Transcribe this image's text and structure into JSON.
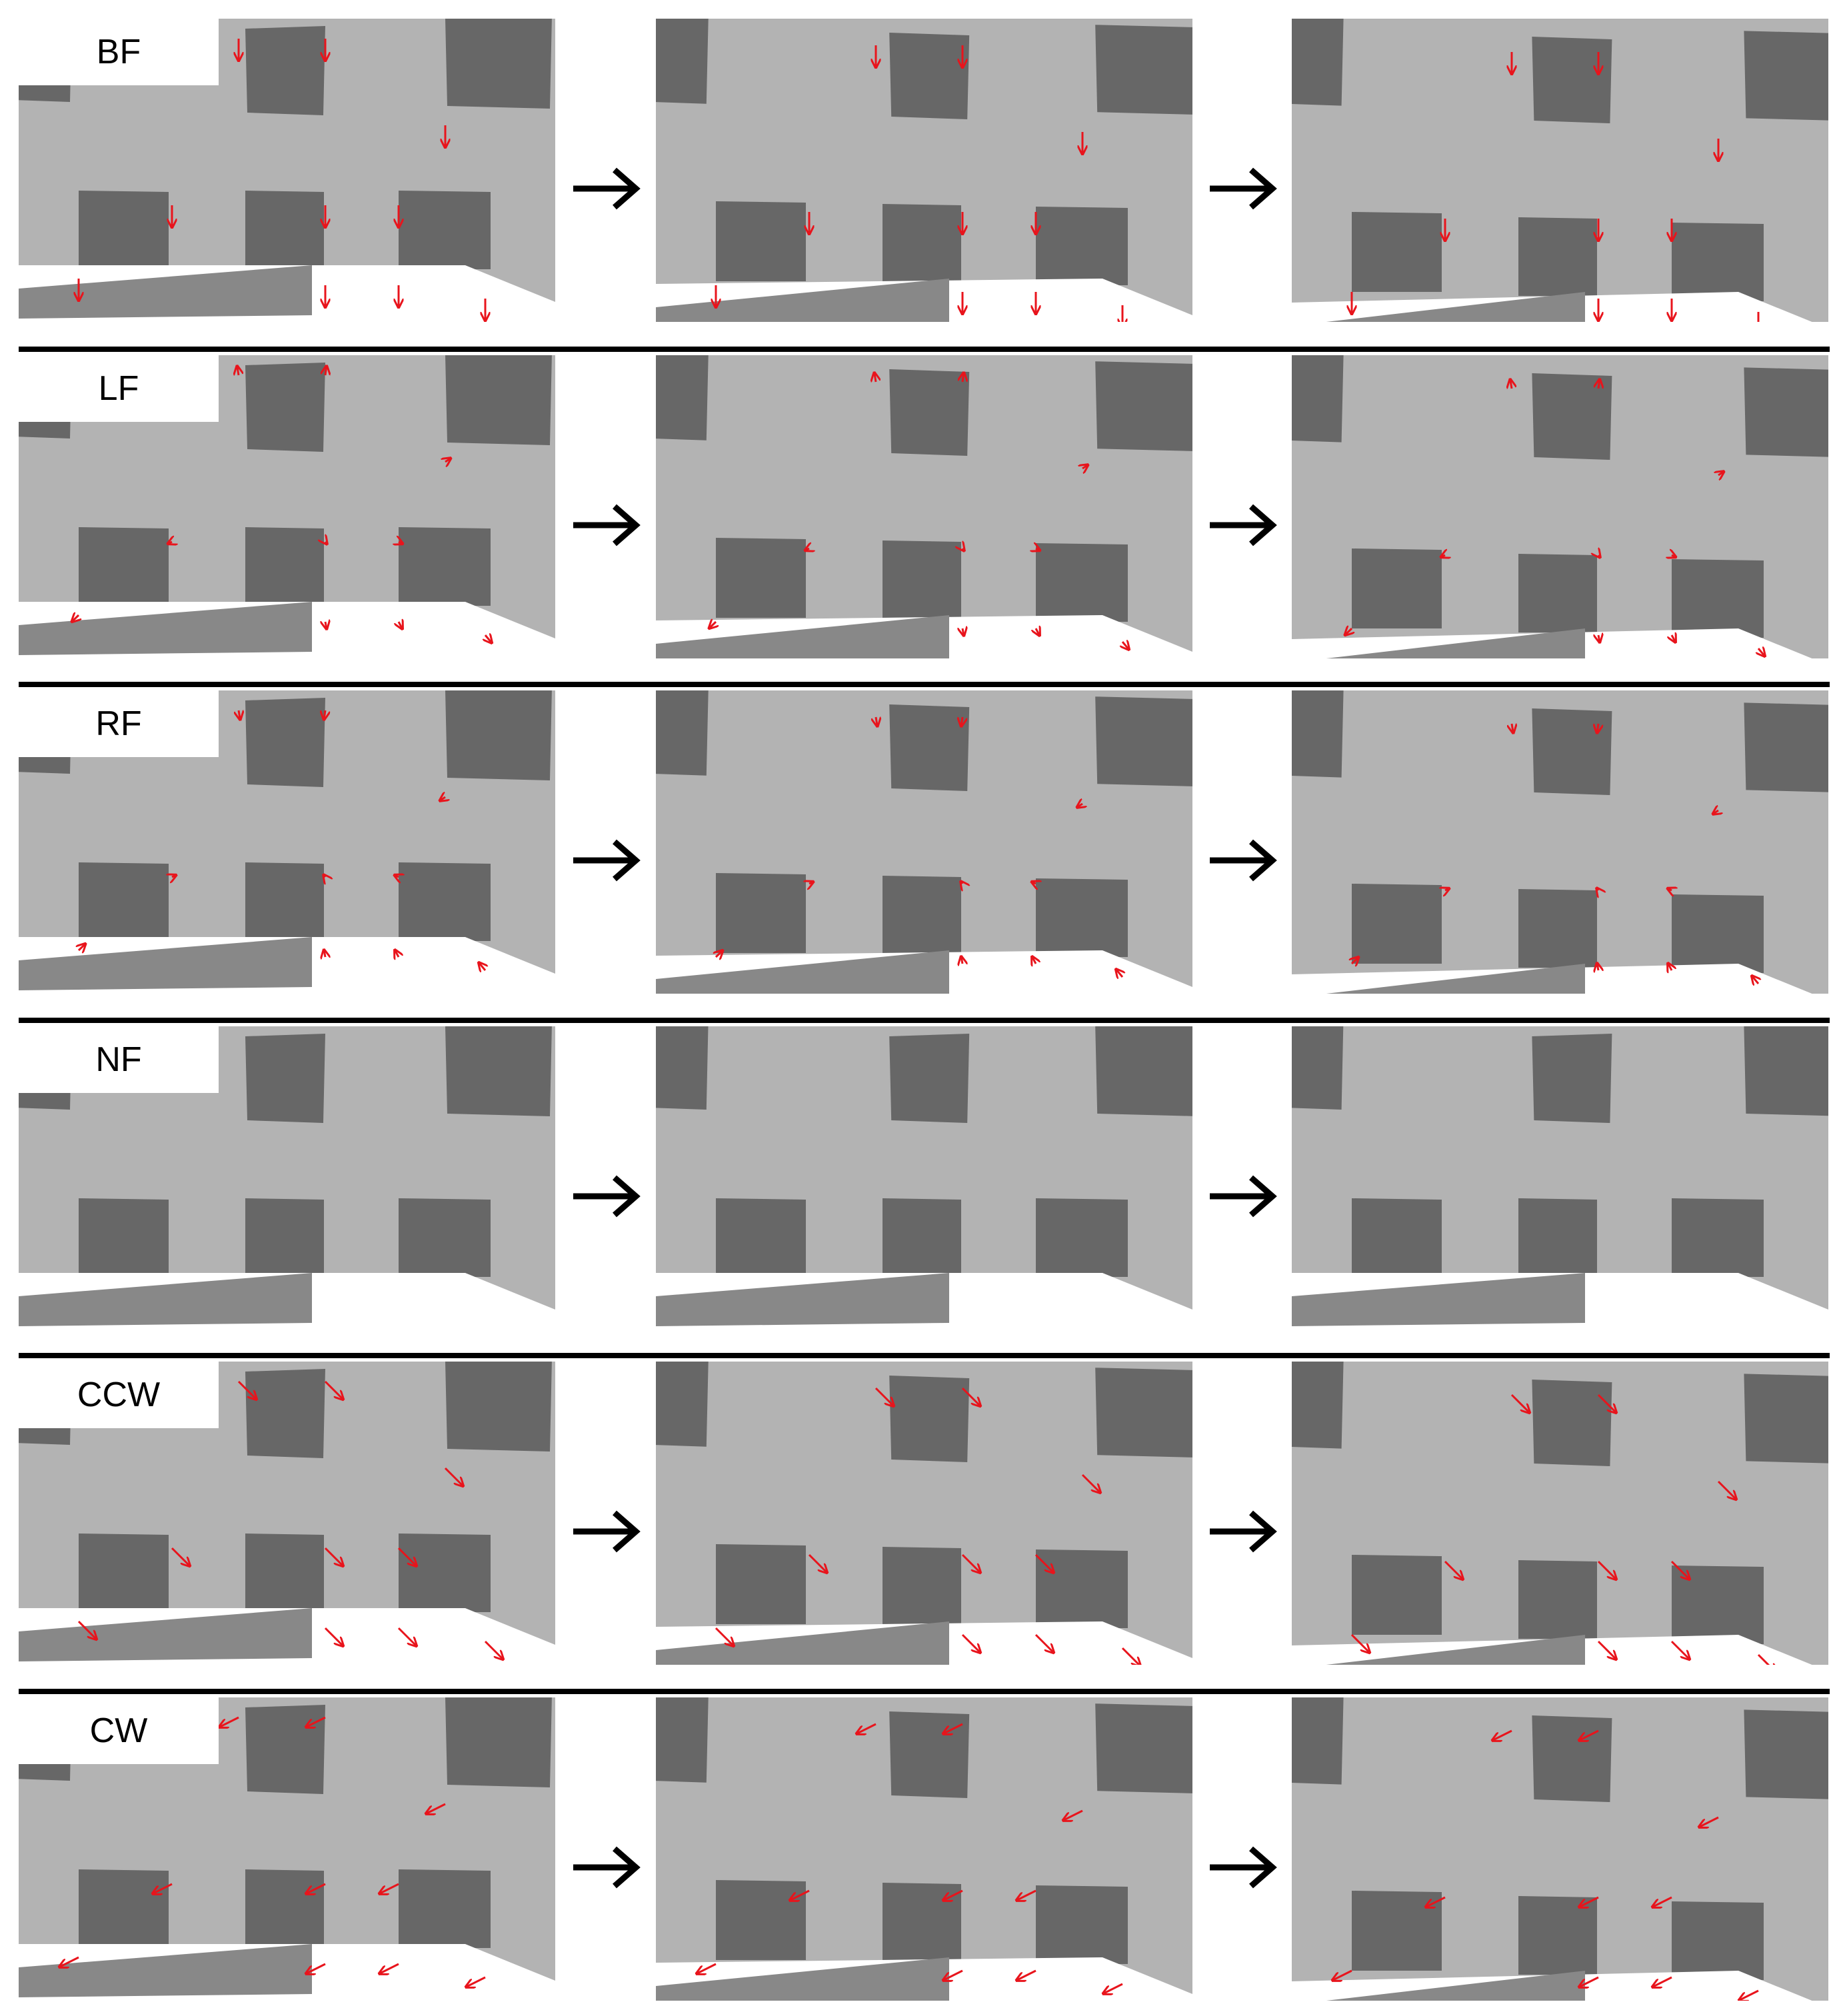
{
  "figure": {
    "rows": [
      {
        "label": "BF",
        "flow_style": "down"
      },
      {
        "label": "LF",
        "flow_style": "radial-out"
      },
      {
        "label": "RF",
        "flow_style": "radial-out-mirrored"
      },
      {
        "label": "NF",
        "flow_style": "none"
      },
      {
        "label": "CCW",
        "flow_style": "diag-down-right"
      },
      {
        "label": "CW",
        "flow_style": "diag-down-left"
      }
    ],
    "frames_per_row": 3,
    "transition_icon": "right-arrow-icon",
    "colors": {
      "wall": "#b3b3b3",
      "window": "#676767",
      "platform": "#888888",
      "ground": "#ffffff",
      "flow_arrow": "#e8141c",
      "separator": "#000000",
      "transition_arrow": "#000000"
    }
  }
}
